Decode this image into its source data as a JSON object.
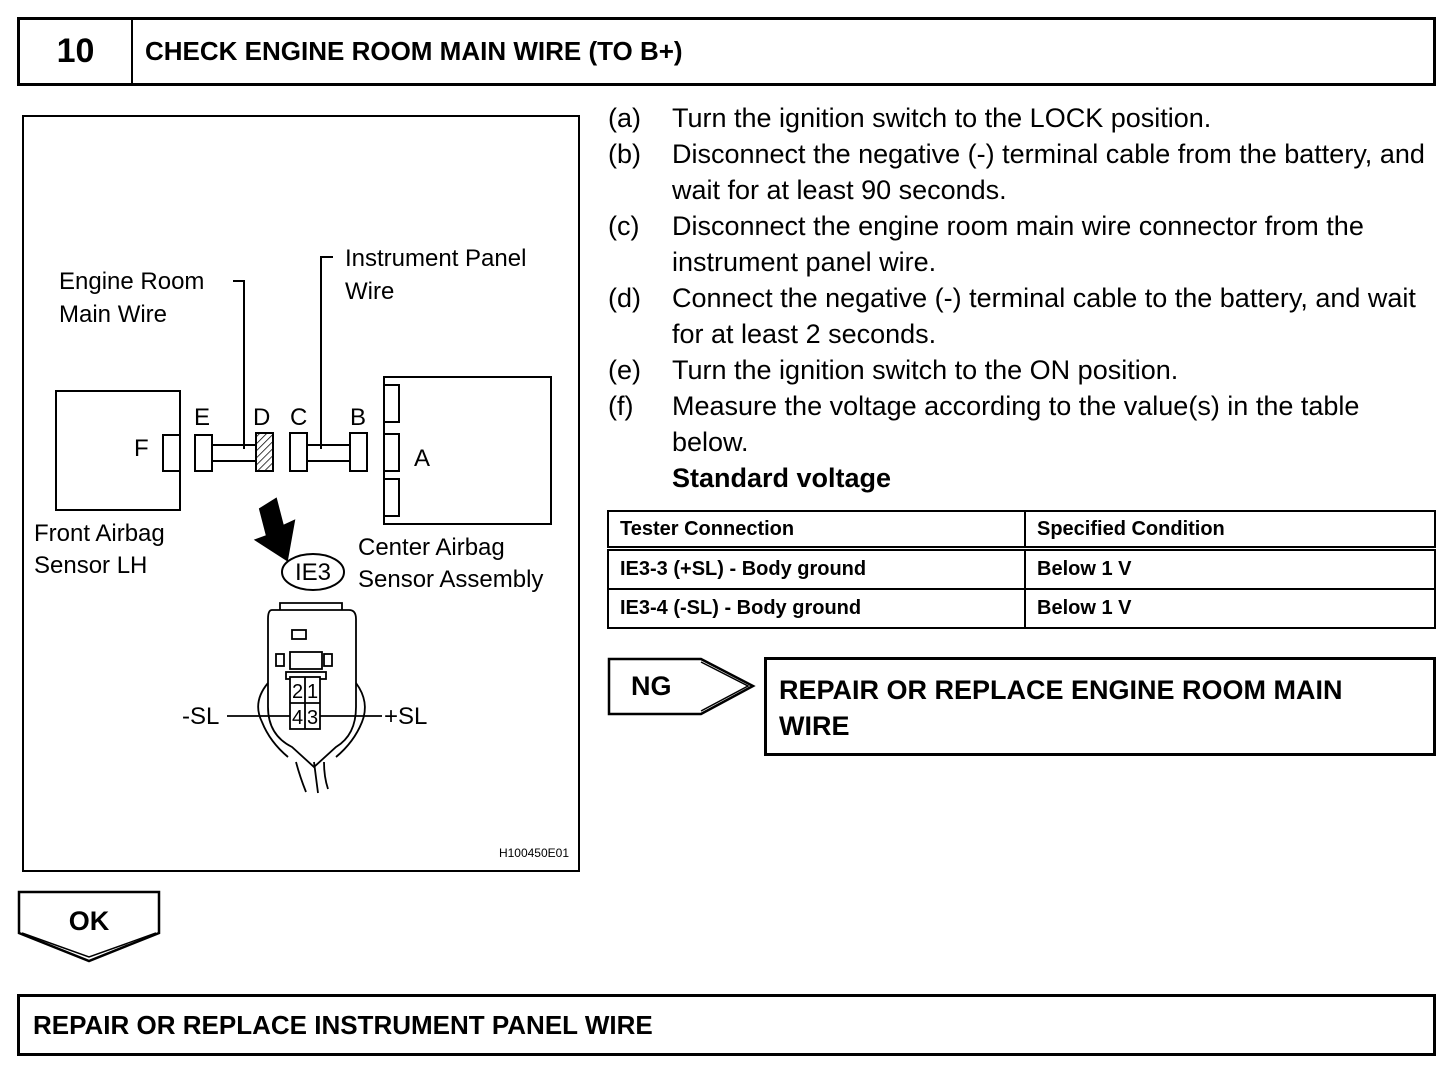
{
  "header": {
    "step_number": "10",
    "title": "CHECK ENGINE ROOM MAIN WIRE (TO B+)"
  },
  "figure": {
    "labels": {
      "engine_room_main_wire_1": "Engine Room",
      "engine_room_main_wire_2": "Main Wire",
      "instrument_panel_wire_1": "Instrument Panel",
      "instrument_panel_wire_2": "Wire",
      "connector_a": "A",
      "connector_b": "B",
      "connector_c": "C",
      "connector_d": "D",
      "connector_e": "E",
      "connector_f": "F",
      "front_airbag_1": "Front Airbag",
      "front_airbag_2": "Sensor LH",
      "center_airbag_1": "Center Airbag",
      "center_airbag_2": "Sensor Assembly",
      "connector_id": "IE3",
      "pin_2": "2",
      "pin_1": "1",
      "pin_4": "4",
      "pin_3": "3",
      "minus_sl": "-SL",
      "plus_sl": "+SL",
      "figure_code": "H100450E01"
    }
  },
  "steps": [
    {
      "label": "(a)",
      "text": "Turn the ignition switch to the LOCK position."
    },
    {
      "label": "(b)",
      "text": "Disconnect the negative (-) terminal cable from the battery, and wait for at least 90 seconds."
    },
    {
      "label": "(c)",
      "text": "Disconnect the engine room main wire connector from the instrument panel wire."
    },
    {
      "label": "(d)",
      "text": "Connect the negative (-) terminal cable to the battery, and wait for at least 2 seconds."
    },
    {
      "label": "(e)",
      "text": "Turn the ignition switch to the ON position."
    },
    {
      "label": "(f)",
      "text": "Measure the voltage according to the value(s) in the table below."
    }
  ],
  "standard_label": "Standard voltage",
  "spec_table": {
    "headers": [
      "Tester Connection",
      "Specified Condition"
    ],
    "rows": [
      [
        "IE3-3 (+SL) - Body ground",
        "Below 1 V"
      ],
      [
        "IE3-4 (-SL) - Body ground",
        "Below 1 V"
      ]
    ]
  },
  "ng": {
    "label": "NG",
    "action_line1": "REPAIR OR REPLACE ENGINE ROOM MAIN",
    "action_line2": "WIRE"
  },
  "ok": {
    "label": "OK"
  },
  "final_action": "REPAIR OR REPLACE INSTRUMENT PANEL WIRE"
}
